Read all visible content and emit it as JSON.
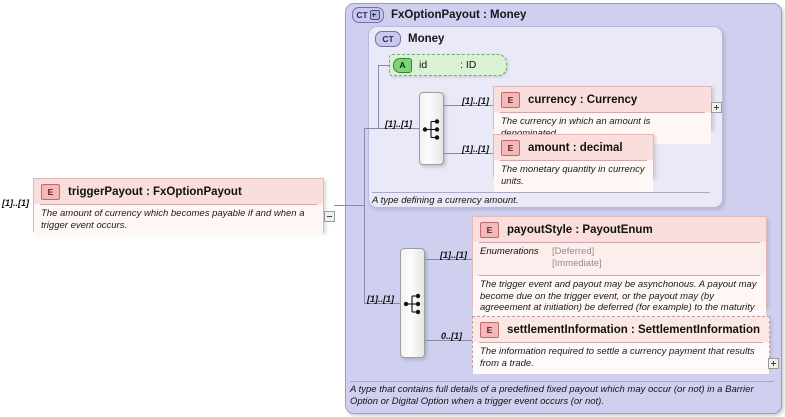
{
  "diagram": {
    "type": "xml-schema-diagram",
    "root_type": "FxOptionPayout"
  },
  "outer_container": {
    "badge": "CT",
    "badge_icon": "complextype-expand-icon",
    "title": "FxOptionPayout : Money",
    "annotation": "A type that contains full details of a predefined fixed payout which may occur (or not) in a Barrier Option or Digital Option when a trigger event occurs (or not)."
  },
  "inner_container": {
    "badge": "CT",
    "title": "Money",
    "annotation": "A type defining a currency amount."
  },
  "attribute": {
    "badge": "A",
    "name": "id",
    "type": ": ID"
  },
  "source_element": {
    "badge": "E",
    "title": "triggerPayout : FxOptionPayout",
    "description": "The amount of currency which becomes payable if and when a trigger event occurs.",
    "cardinality": "[1]..[1]",
    "toggle": "minus"
  },
  "money_sequence": {
    "cardinality_in": "[1]..[1]",
    "children": [
      {
        "badge": "E",
        "title": "currency : Currency",
        "description": "The currency in which an amount is denominated.",
        "cardinality": "[1]..[1]",
        "toggle": "plus",
        "dashed": false
      },
      {
        "badge": "E",
        "title": "amount  : decimal",
        "description": "The monetary quantity in currency units.",
        "cardinality": "[1]..[1]",
        "toggle": "none",
        "dashed": false
      }
    ]
  },
  "payout_sequence": {
    "cardinality_in": "[1]..[1]",
    "children": [
      {
        "badge": "E",
        "title": "payoutStyle : PayoutEnum",
        "enumerations_label": "Enumerations",
        "enumerations": [
          "[Deferred]",
          "[Immediate]"
        ],
        "description": "The trigger event and payout may be asynchonous. A payout may become due on the trigger event, or the payout may (by agreeement at initiation) be deferred (for example) to the maturity date.",
        "cardinality": "[1]..[1]",
        "toggle": "none",
        "dashed": false
      },
      {
        "badge": "E",
        "title": "settlementInformation : SettlementInformation",
        "description": "The information required to settle a currency payment that results from a trade.",
        "cardinality": "0..[1]",
        "toggle": "plus",
        "dashed": true
      }
    ]
  },
  "colors": {
    "outer_fill": "#cfd0f0",
    "inner_fill": "#e9e9f8",
    "element_fill": "#fdeeee",
    "element_header_fill": "#fadede",
    "attribute_fill": "#d9f2d5",
    "line": "#8a8aa8"
  }
}
